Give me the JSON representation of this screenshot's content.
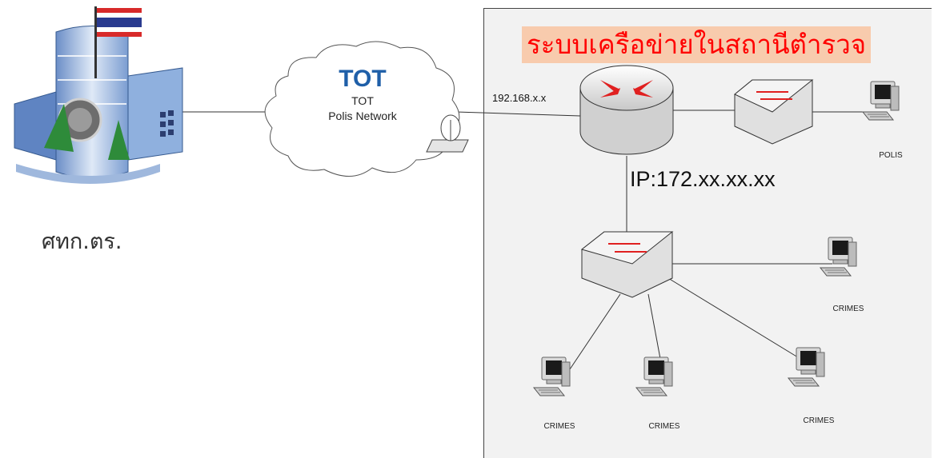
{
  "title": "ระบบเครือข่ายในสถานีตำรวจ",
  "headquarters": {
    "label": "ศทก.ตร."
  },
  "cloud": {
    "logo": "TOT",
    "line1": "TOT",
    "line2": "Polis Network"
  },
  "wan_ip": "192.168.x.x",
  "lan_ip": "IP:172.xx.xx.xx",
  "computers": {
    "polis": "POLIS",
    "crimes_right": "CRIMES",
    "crimes_1": "CRIMES",
    "crimes_2": "CRIMES",
    "crimes_3": "CRIMES"
  },
  "colors": {
    "title_text": "#ff0000",
    "title_bg": "#f8cbad",
    "tot_blue": "#1f5fa8",
    "arrow_red": "#e02020"
  }
}
